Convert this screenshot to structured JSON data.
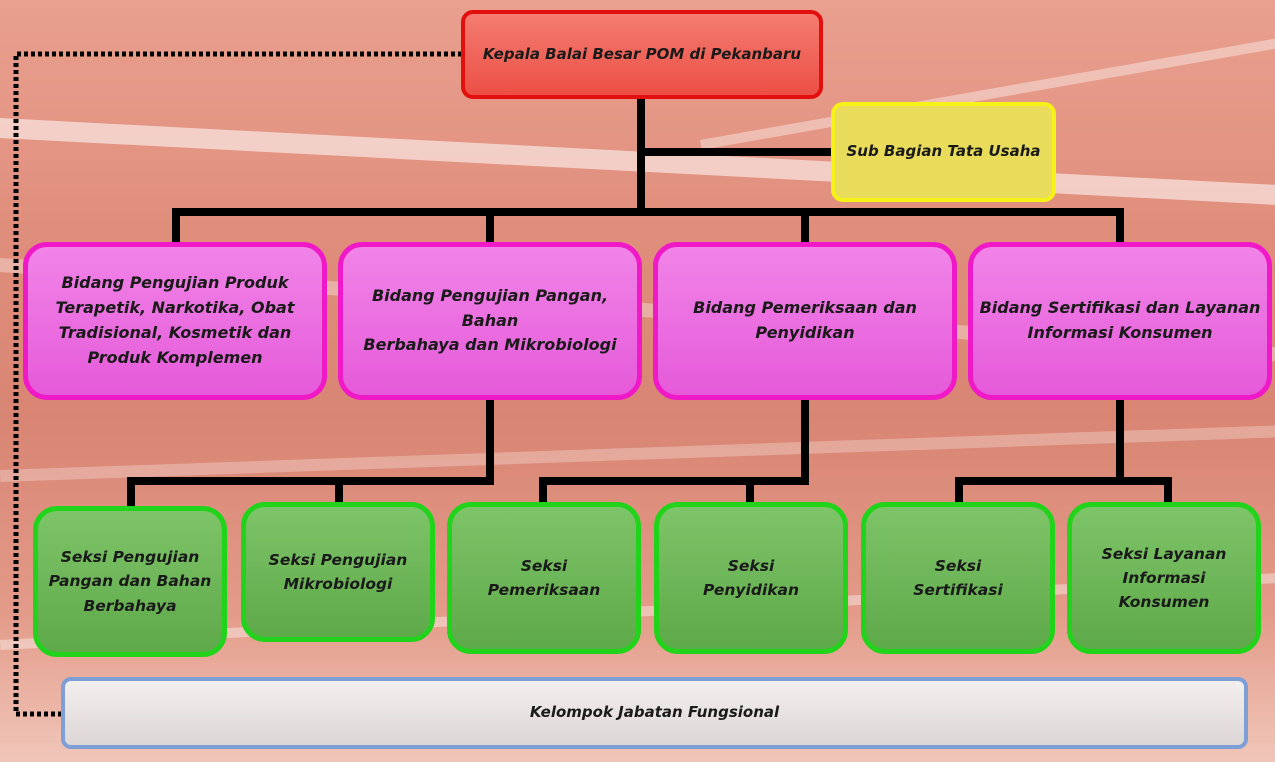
{
  "head": "Kepala Balai Besar POM di Pekanbaru",
  "sub_bagian": "Sub Bagian Tata Usaha",
  "bidang": [
    "Bidang Pengujian Produk\nTerapetik, Narkotika, Obat\nTradisional, Kosmetik dan\nProduk Komplemen",
    "Bidang Pengujian Pangan, Bahan\nBerbahaya dan Mikrobiologi",
    "Bidang Pemeriksaan dan\nPenyidikan",
    "Bidang Sertifikasi dan Layanan\nInformasi Konsumen"
  ],
  "seksi": [
    "Seksi Pengujian\nPangan dan Bahan\nBerbahaya",
    "Seksi Pengujian\nMikrobiologi",
    "Seksi\nPemeriksaan",
    "Seksi\nPenyidikan",
    "Seksi\nSertifikasi",
    "Seksi Layanan\nInformasi\nKonsumen"
  ],
  "fungsional": "Kelompok Jabatan Fungsional",
  "colors": {
    "head_fill": "#ec4f45",
    "head_border": "#e20f0f",
    "sub_fill": "#e8dc5a",
    "sub_border": "#f6f217",
    "bidang_fill": "#e55ad9",
    "bidang_border": "#f019c8",
    "seksi_fill": "#5ea94a",
    "seksi_border": "#22d31c",
    "fungsional_border": "#7e9ed6",
    "connector": "#000000"
  }
}
